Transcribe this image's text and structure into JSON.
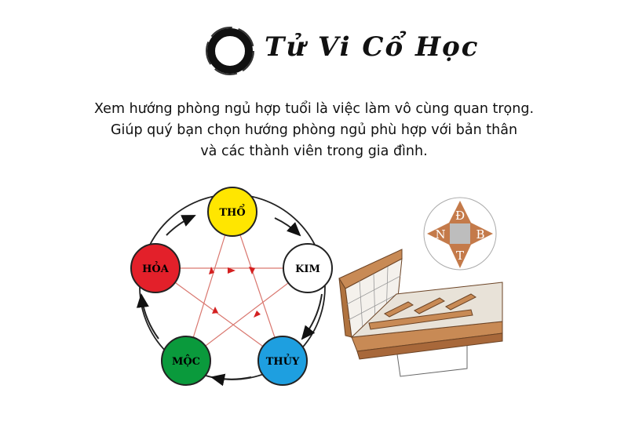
{
  "logo": {
    "text": "Tử Vi Cổ Học"
  },
  "intro": {
    "lines": [
      "Xem hướng phòng ngủ hợp tuổi là việc làm vô cùng quan trọng.",
      "Giúp quý bạn chọn hướng phòng ngủ phù hợp với bản thân",
      "và các thành viên trong gia đình."
    ]
  },
  "elements": {
    "tho": {
      "label": "THỔ",
      "color": "#ffe600"
    },
    "kim": {
      "label": "KIM",
      "color": "#ffffff"
    },
    "thuy": {
      "label": "THỦY",
      "color": "#1e9fe0"
    },
    "moc": {
      "label": "MỘC",
      "color": "#0a9a3c"
    },
    "hoa": {
      "label": "HỎA",
      "color": "#e3202a"
    }
  },
  "compass": {
    "north": "Đ",
    "west": "N",
    "east": "B",
    "south": "T",
    "color": "#c47a4a"
  }
}
